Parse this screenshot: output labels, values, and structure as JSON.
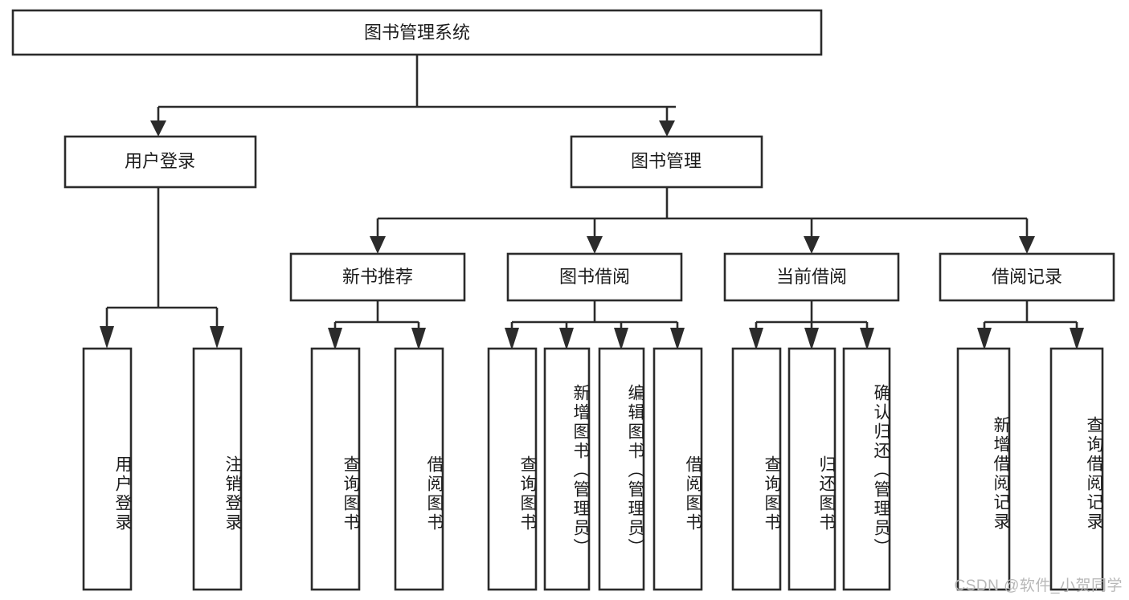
{
  "diagram": {
    "title": "图书管理系统",
    "type": "tree-hierarchy-diagram",
    "colors": {
      "box_stroke": "#2b2b2b",
      "box_fill": "#ffffff",
      "text": "#1c1c1c",
      "background": "#ffffff",
      "watermark": "#b8b8b8"
    },
    "root": {
      "label": "图书管理系统"
    },
    "level2": [
      {
        "label": "用户登录"
      },
      {
        "label": "图书管理"
      }
    ],
    "level3": [
      {
        "label": "新书推荐"
      },
      {
        "label": "图书借阅"
      },
      {
        "label": "当前借阅"
      },
      {
        "label": "借阅记录"
      }
    ],
    "leaves": {
      "user_login": [
        {
          "label": "用户登录"
        },
        {
          "label": "注销登录"
        }
      ],
      "new_book_recommend": [
        {
          "label": "查询图书"
        },
        {
          "label": "借阅图书"
        }
      ],
      "book_borrow": [
        {
          "label": "查询图书"
        },
        {
          "label": "新增图书（管理员）"
        },
        {
          "label": "编辑图书（管理员）"
        },
        {
          "label": "借阅图书"
        }
      ],
      "current_borrow": [
        {
          "label": "查询图书"
        },
        {
          "label": "归还图书"
        },
        {
          "label": "确认归还（管理员）"
        }
      ],
      "borrow_record": [
        {
          "label": "新增借阅记录"
        },
        {
          "label": "查询借阅记录"
        }
      ]
    },
    "watermark": "CSDN @软件_小贺同学"
  }
}
